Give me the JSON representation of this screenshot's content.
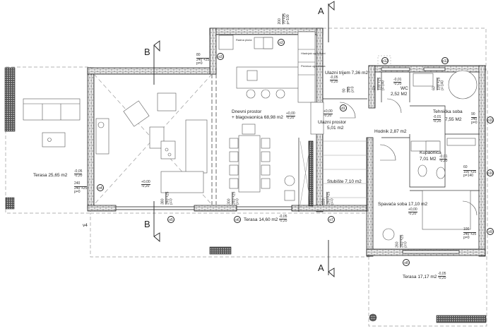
{
  "drawing": {
    "type": "architectural floor plan",
    "sections": {
      "a_top": "A",
      "a_bottom": "A",
      "b_top": "B",
      "b_bottom": "B"
    },
    "view_label": "v4"
  },
  "rooms": {
    "terasa_left": {
      "name": "Terasa 25,65 m2",
      "level_top": "-0,05",
      "level_bottom": "-0,20"
    },
    "living": {
      "level_top": "+0,00",
      "level_bottom": "-0,20"
    },
    "dnevni": {
      "name_line1": "Dnevni prostor",
      "name_line2": "+ blagovaonica 68,98 m2",
      "level_top": "+0,00",
      "level_bottom": "-0,20"
    },
    "ulazni_trijem": {
      "name": "Ulazni trijem 7,36 m2",
      "level_top": "-0,05",
      "level_bottom": "-0,20"
    },
    "ulazni_prostor": {
      "name_line1": "Ulazni prostor",
      "name_line2": "5,01 m2",
      "level_top": "+0,00",
      "level_bottom": "-0,20"
    },
    "wc": {
      "name_line1": "WC",
      "name_line2": "2,52 M2",
      "level_top": "-0,01",
      "level_bottom": "-0,20"
    },
    "tehnicka": {
      "name": "Tehnička soba",
      "area": "7,55 M2",
      "level_top": "-0,01",
      "level_bottom": "-0,20"
    },
    "hodnik": {
      "name": "Hodnik  2,87 m2"
    },
    "kupaonica": {
      "name_line1": "Kupaonica",
      "name_line2": "7,01 M2",
      "level_top": "-0,01",
      "level_bottom": "-0,20"
    },
    "stubiste": {
      "name": "Stubište 7,10 m2"
    },
    "spavaca": {
      "name": "Spavaća soba  17,10 m2",
      "level_top": "+0,00",
      "level_bottom": "-0,20"
    },
    "terasa_mid": {
      "name": "Terasa 14,60 m2",
      "level_top": "-0,05",
      "level_bottom": "-0,20"
    },
    "terasa_right": {
      "name": "Terasa 17,17 m2",
      "level_top": "-0,05",
      "level_bottom": "-0,20"
    }
  },
  "kitchen_labels": {
    "pult": "Radna ploča",
    "hladnjak": "Hladnjak ugradbeni",
    "pecnica": "Pećnica ugradbena"
  },
  "openings": [
    {
      "tag": "o1",
      "w": "90",
      "h": "240",
      "p": "p=0"
    },
    {
      "tag": "o2",
      "w": "200",
      "h": "70 +25",
      "p": "p=100"
    },
    {
      "tag": "o3",
      "w": "80",
      "h": "240 +25",
      "p": "p=0"
    },
    {
      "tag": "o4",
      "w": "240",
      "h": "240 +25",
      "p": "p=0"
    },
    {
      "tag": "o5",
      "w": "380",
      "h": "240 +25",
      "p": "p=0"
    },
    {
      "tag": "o6",
      "w": "300",
      "h": "240 +25",
      "p": "p=0"
    },
    {
      "tag": "o7",
      "w": "220",
      "h": "240 +25",
      "p": "p=0"
    },
    {
      "tag": "o8",
      "w": "260",
      "h": "240 +25",
      "p": "p=0"
    },
    {
      "tag": "o9",
      "w": "100",
      "h": "240 +25",
      "p": "p=0"
    },
    {
      "tag": "o10",
      "w": "60",
      "h": "100 +25",
      "p": "p=140"
    },
    {
      "tag": "o11",
      "w": "90",
      "h": "240",
      "p": "p=0"
    },
    {
      "tag": "o12",
      "w": "60",
      "h": "100 +25",
      "p": "p=140"
    },
    {
      "tag": "o13",
      "w": "60",
      "h": "100 +25",
      "p": "p=140"
    },
    {
      "tag": "d1",
      "w": "90",
      "h": "240",
      "p": "p=0"
    }
  ],
  "colors": {
    "line": "#222222",
    "wall_fill": "#ffffff",
    "hatch": "#444444",
    "dash": "#9a9a9a",
    "dark_block": "#555555"
  }
}
